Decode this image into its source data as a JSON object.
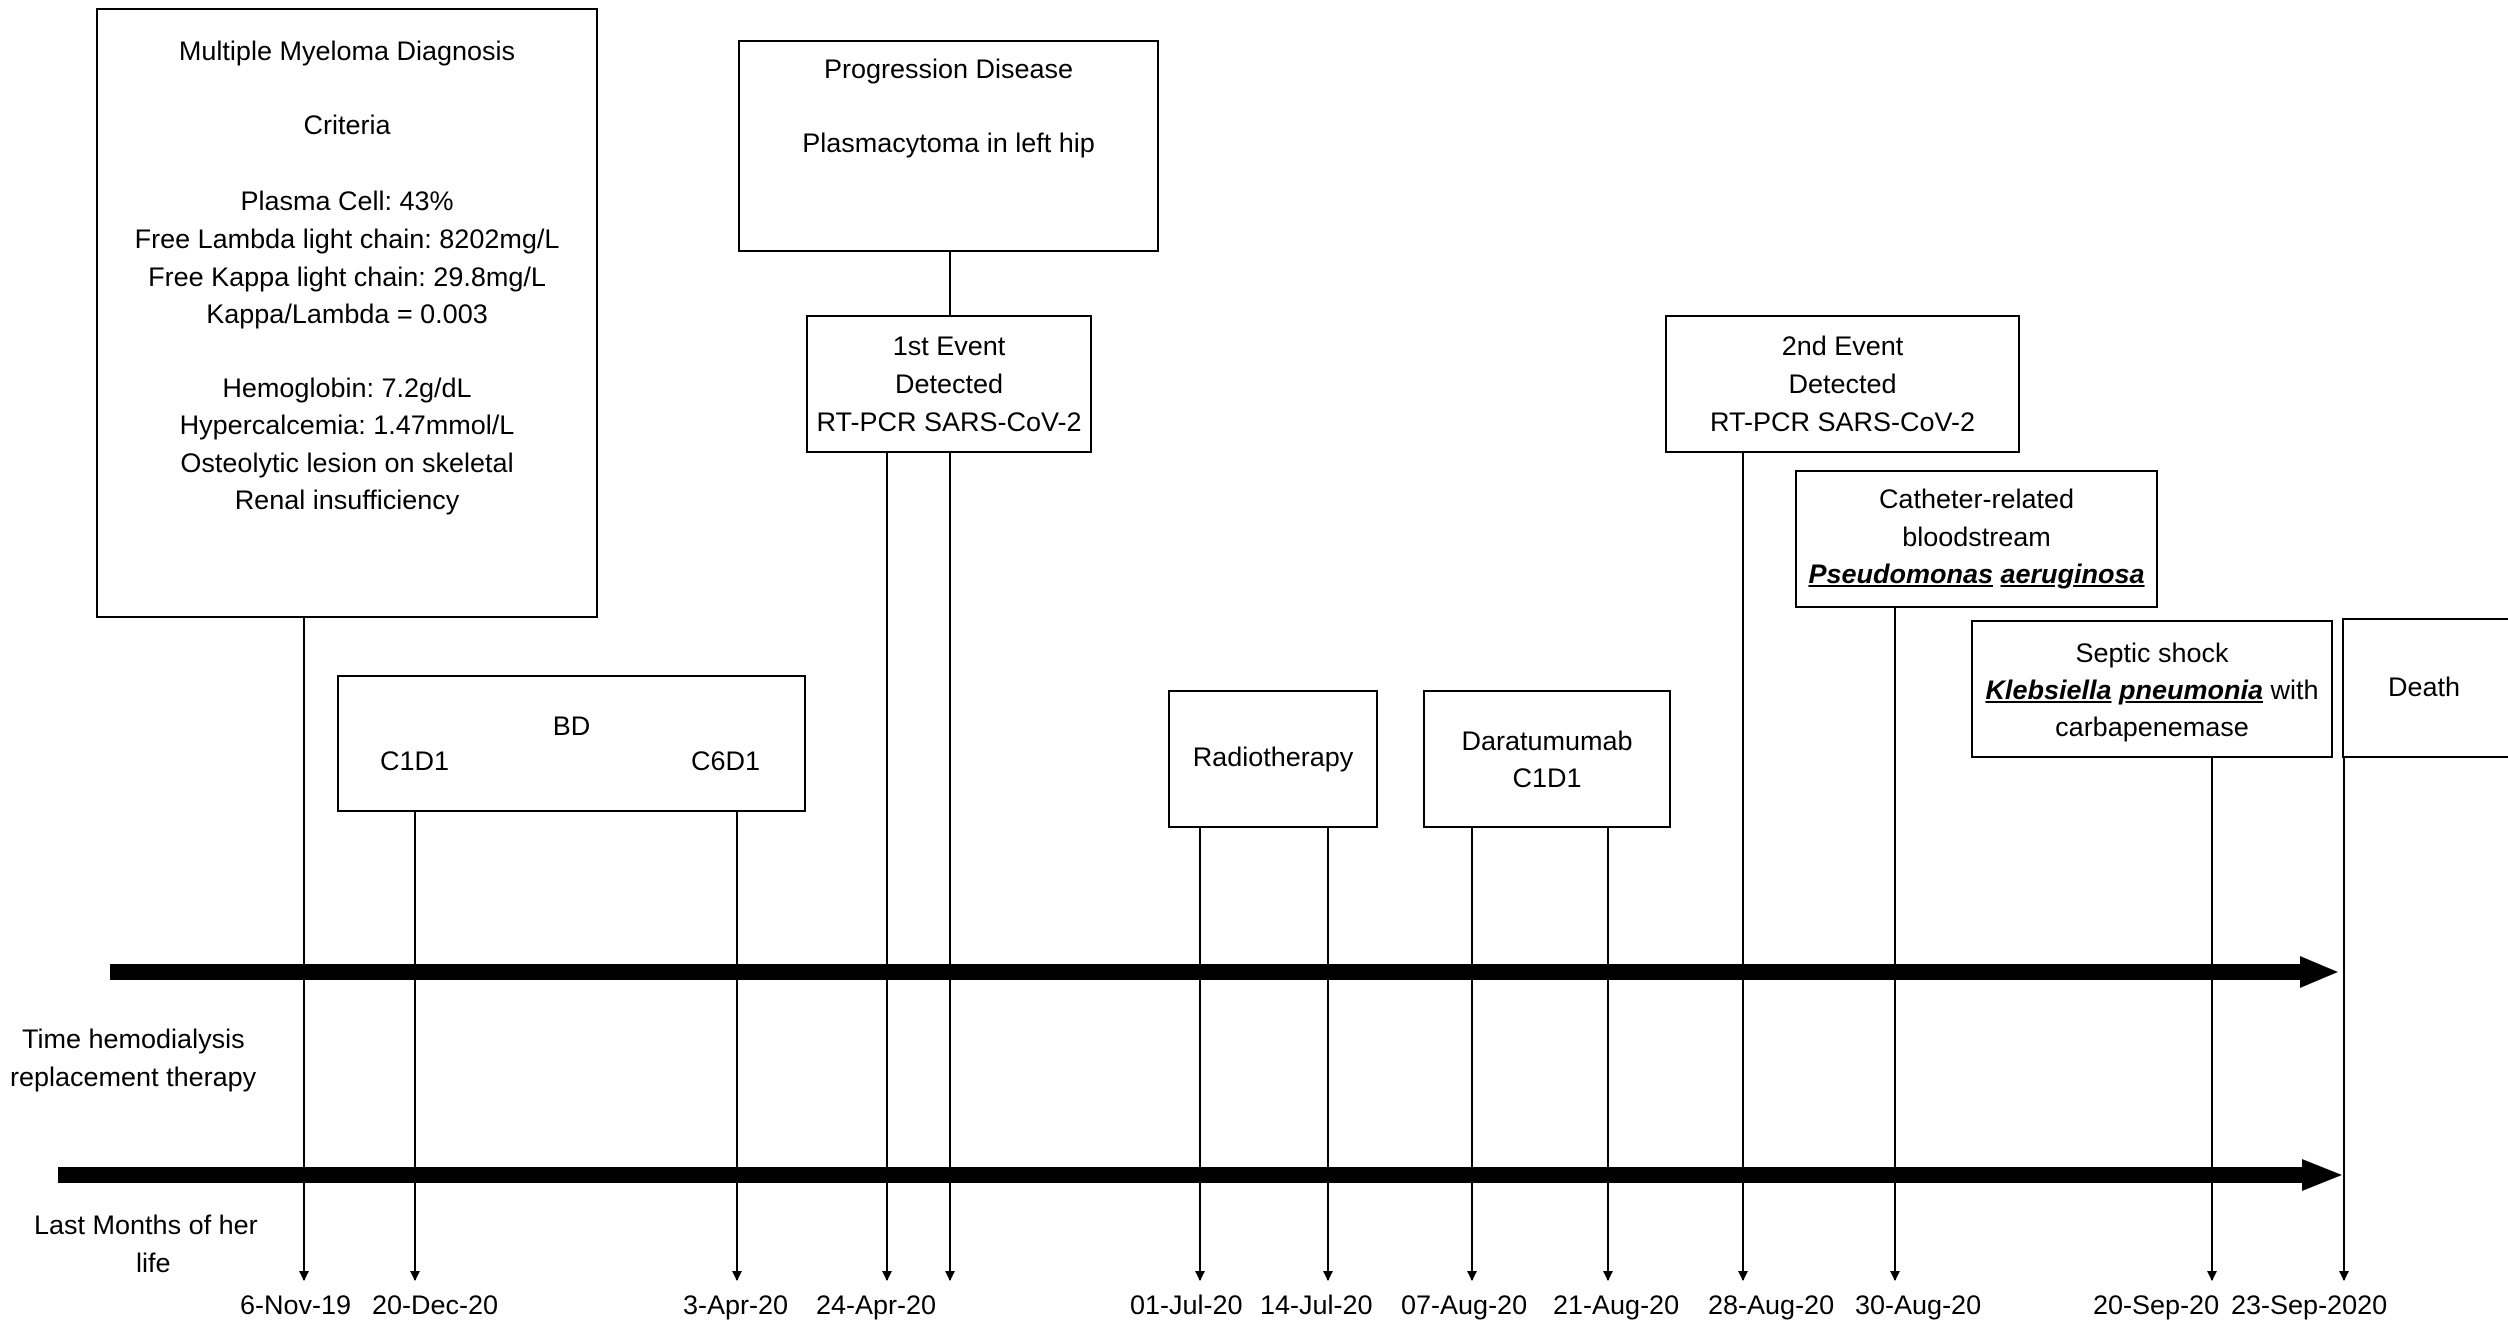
{
  "diagnosis": {
    "title": "Multiple Myeloma Diagnosis",
    "subtitle": "Criteria",
    "lines": [
      "Plasma Cell: 43%",
      "Free Lambda light chain: 8202mg/L",
      "Free Kappa light chain: 29.8mg/L",
      "Kappa/Lambda = 0.003",
      "Hemoglobin: 7.2g/dL",
      "Hypercalcemia: 1.47mmol/L",
      "Osteolytic lesion on skeletal",
      "Renal insufficiency"
    ]
  },
  "progression": {
    "title": "Progression Disease",
    "detail": "Plasmacytoma in left hip"
  },
  "event1": {
    "line1": "1st Event",
    "line2": "Detected",
    "line3": "RT-PCR SARS-CoV-2"
  },
  "event2": {
    "line1": "2nd Event",
    "line2": "Detected",
    "line3": "RT-PCR SARS-CoV-2"
  },
  "bd": {
    "title": "BD",
    "start": "C1D1",
    "end": "C6D1"
  },
  "radiotherapy": {
    "label": "Radiotherapy"
  },
  "daratumumab": {
    "line1": "Daratumumab",
    "line2": "C1D1"
  },
  "catheter": {
    "line1": "Catheter-related",
    "line2": "bloodstream",
    "organism_genus": "Pseudomonas",
    "organism_species": "aeruginosa"
  },
  "septic": {
    "line1": "Septic shock",
    "organism_genus": "Klebsiella",
    "organism_species": "pneumonia",
    "with": "with",
    "line3": "carbapenemase"
  },
  "death": {
    "label": "Death"
  },
  "tracks": {
    "hemodialysis_line1": "Time hemodialysis",
    "hemodialysis_line2": "replacement therapy",
    "last_months_line1": "Last Months of her",
    "last_months_line2": "life"
  },
  "dates": [
    "6-Nov-19",
    "20-Dec-20",
    "3-Apr-20",
    "24-Apr-20",
    "01-Jul-20",
    "14-Jul-20",
    "07-Aug-20",
    "21-Aug-20",
    "28-Aug-20",
    "30-Aug-20",
    "20-Sep-20",
    "23-Sep-2020"
  ],
  "colors": {
    "line": "#000000",
    "background": "#ffffff"
  }
}
